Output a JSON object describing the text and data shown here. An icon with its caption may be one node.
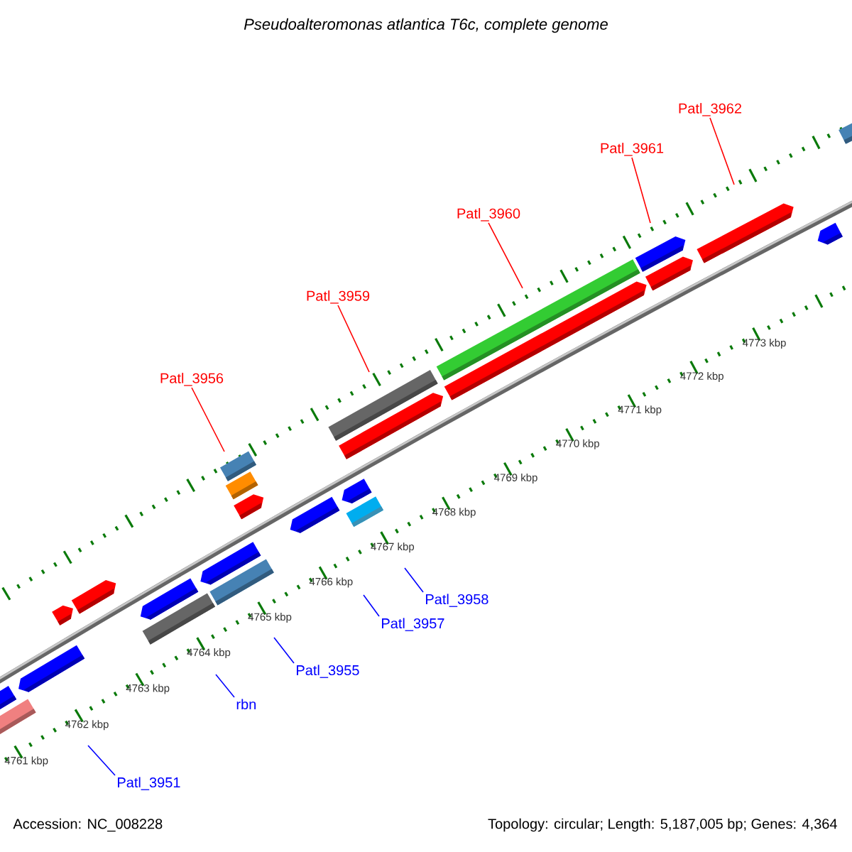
{
  "diagram": {
    "title": "Pseudoalteromonas atlantica T6c, complete genome",
    "nodes": [
      {
        "text": [
          "Patl_3962"
        ]
      },
      {
        "text": [
          "Patl_3961"
        ]
      },
      {
        "text": [
          "Patl_3960"
        ]
      },
      {
        "text": [
          "Patl_3959"
        ]
      },
      {
        "text": [
          "Patl_3956"
        ]
      },
      {
        "text": [
          "Patl_3958"
        ]
      },
      {
        "text": [
          "Patl_3957"
        ]
      },
      {
        "text": [
          "Patl_3955"
        ]
      },
      {
        "text": [
          "rbn"
        ]
      },
      {
        "text": [
          "Patl_3951"
        ]
      }
    ],
    "edges": [
      {
        "from": 0,
        "to": null,
        "arrow": "none",
        "color": "#ff0000"
      },
      {
        "from": 1,
        "to": null,
        "arrow": "none",
        "color": "#ff0000"
      },
      {
        "from": 2,
        "to": null,
        "arrow": "none",
        "color": "#ff0000"
      },
      {
        "from": 3,
        "to": null,
        "arrow": "none",
        "color": "#ff0000"
      },
      {
        "from": 4,
        "to": null,
        "arrow": "none",
        "color": "#ff0000"
      },
      {
        "from": 5,
        "to": null,
        "arrow": "none",
        "color": "#0000ff"
      },
      {
        "from": 6,
        "to": null,
        "arrow": "none",
        "color": "#0000ff"
      },
      {
        "from": 7,
        "to": null,
        "arrow": "none",
        "color": "#0000ff"
      },
      {
        "from": 8,
        "to": null,
        "arrow": "none",
        "color": "#0000ff"
      },
      {
        "from": 9,
        "to": null,
        "arrow": "none",
        "color": "#0000ff"
      }
    ],
    "labels": [
      "4773 kbp",
      "4772 kbp",
      "4771 kbp",
      "4770 kbp",
      "4769 kbp",
      "4768 kbp",
      "4767 kbp",
      "4766 kbp",
      "4765 kbp",
      "4764 kbp",
      "4763 kbp",
      "4762 kbp",
      "4761 kbp",
      "Accession: NC_008228",
      "Topology: circular; Length: 5,187,005 bp; Genes: 4,364"
    ]
  }
}
